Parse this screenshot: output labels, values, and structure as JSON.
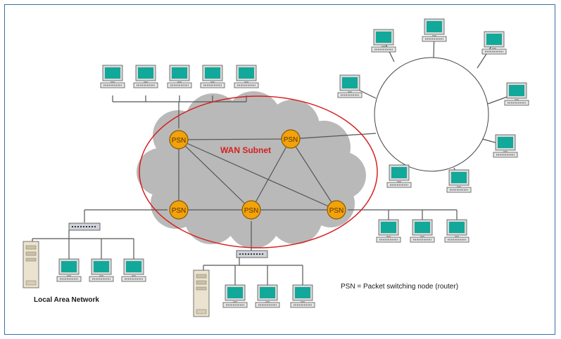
{
  "diagram": {
    "subnet_label": "WAN Subnet",
    "node_label": "PSN",
    "legend": "PSN = Packet switching node (router)",
    "lan_caption": "Local Area Network"
  },
  "colors": {
    "frame_border": "#3a6ea5",
    "cloud": "#b9b9b9",
    "subnet_ellipse": "#d81e1e",
    "node_fill": "#f2a20a",
    "node_stroke": "#8a5a00",
    "screen": "#12a89a",
    "link": "#555555"
  },
  "icons": [
    "desktop-computer-icon",
    "hub-icon",
    "server-tower-icon",
    "psn-router-icon"
  ]
}
